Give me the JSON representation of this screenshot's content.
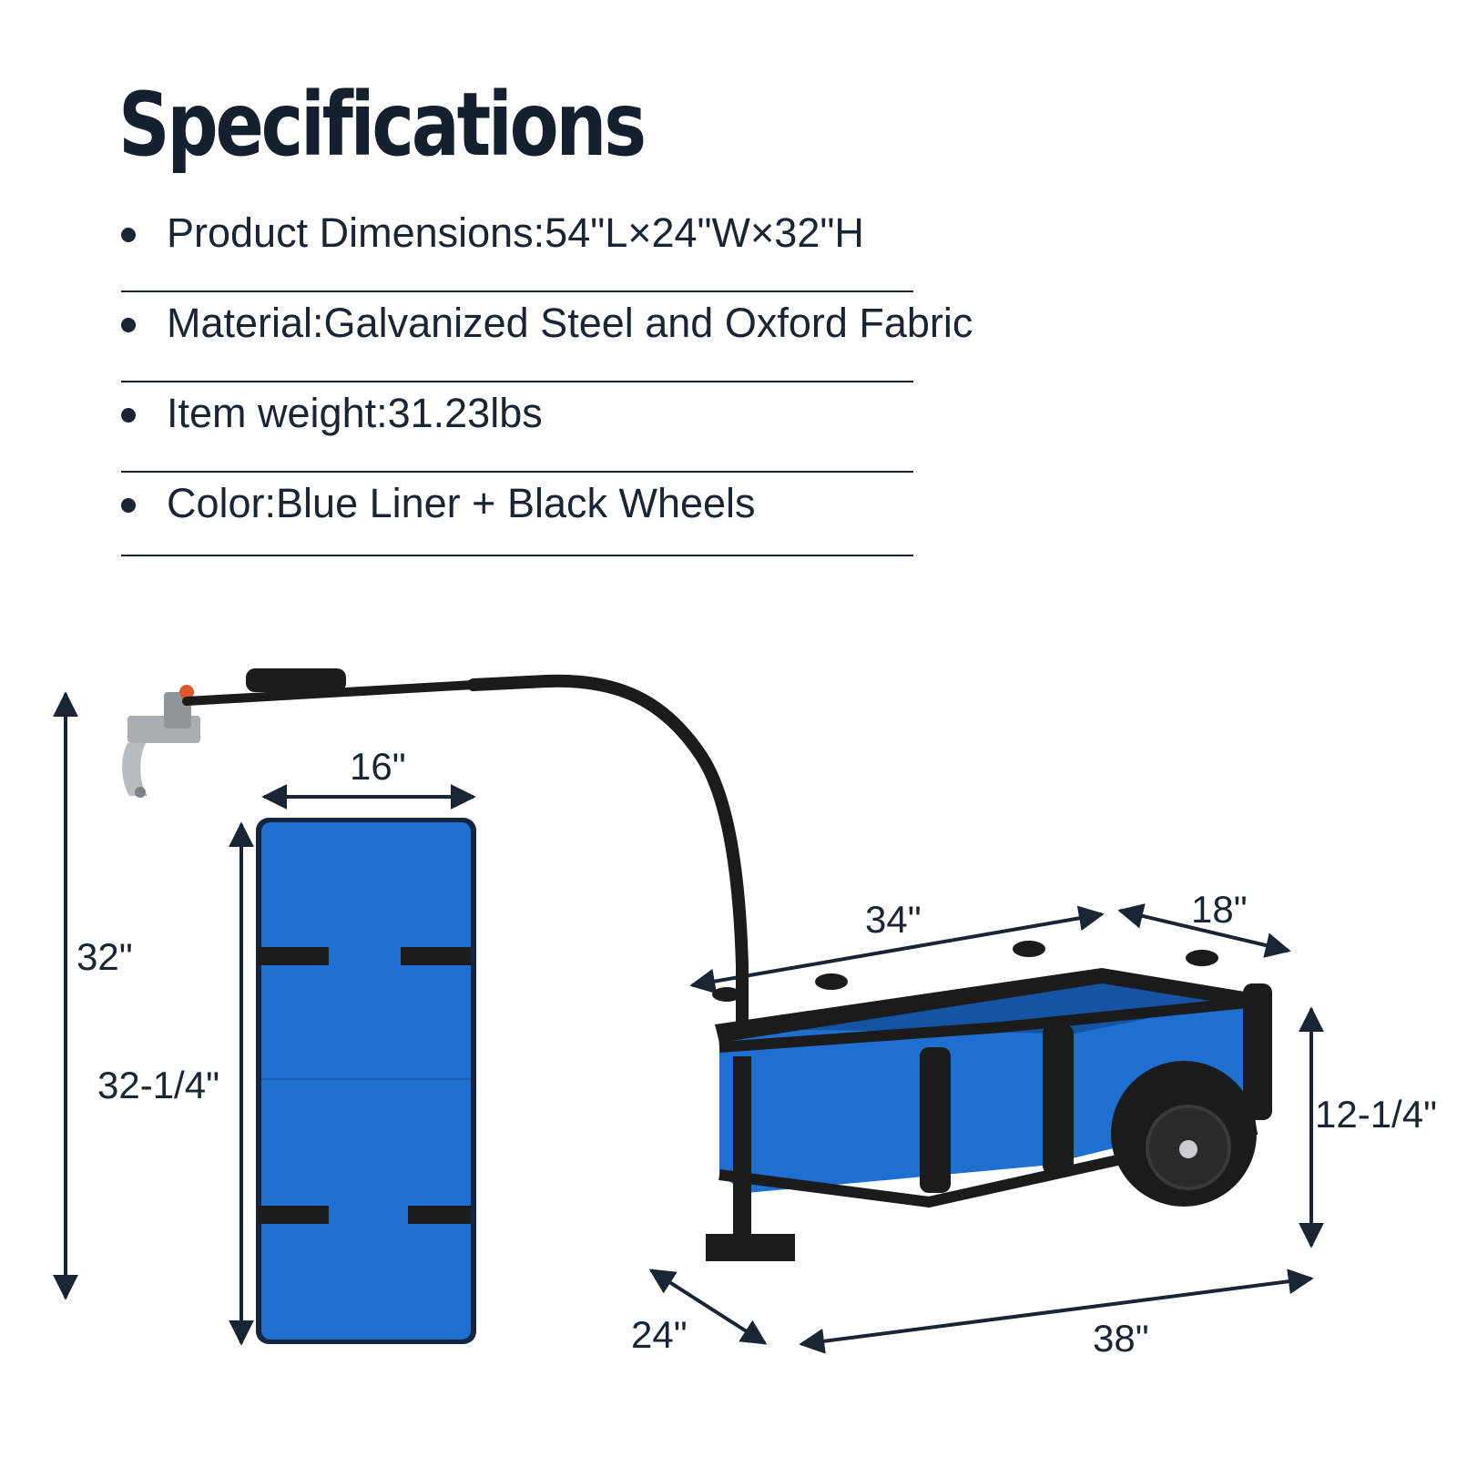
{
  "title": "Specifications",
  "specs": [
    "Product Dimensions:54\"L×24\"W×32\"H",
    "Material:Galvanized Steel and Oxford Fabric",
    "Item weight:31.23lbs",
    "Color:Blue Liner + Black Wheels"
  ],
  "dimensions": {
    "overall_height": "32\"",
    "pad_width": "16\"",
    "pad_length": "32-1/4\"",
    "cart_length_top": "34\"",
    "cart_width_top": "18\"",
    "cart_height": "12-1/4\"",
    "cart_width_bottom": "24\"",
    "cart_length_bottom": "38\""
  },
  "colors": {
    "liner_blue": "#1e6fd0",
    "frame_black": "#1b1b1b",
    "text_dark": "#1a2533"
  }
}
